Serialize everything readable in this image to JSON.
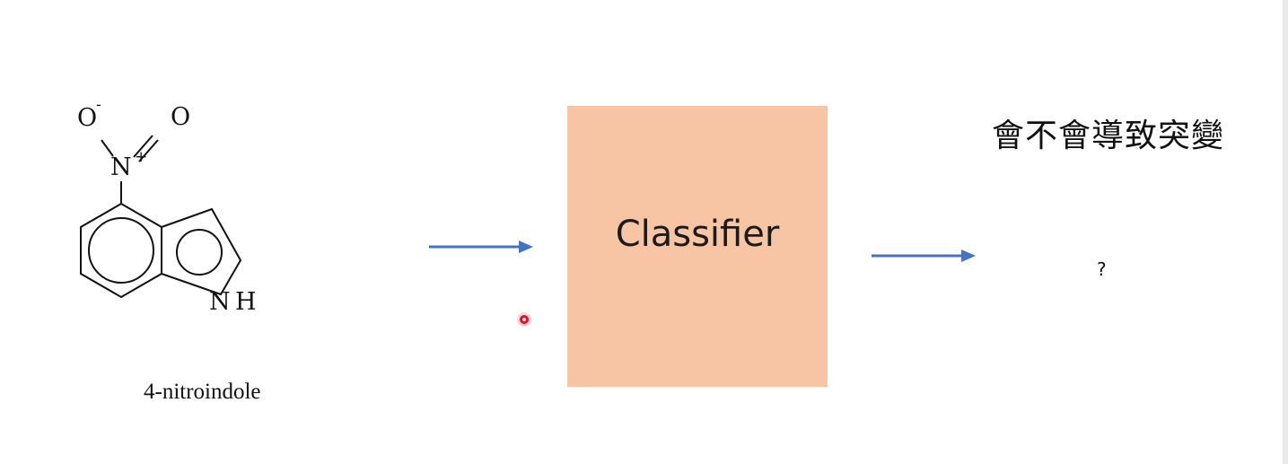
{
  "molecule": {
    "name": "4-nitroindole",
    "atoms": {
      "o_minus": "O",
      "o_minus_charge": "-",
      "o_double": "O",
      "n_plus": "N",
      "n_plus_charge": "+",
      "nh_n": "N",
      "nh_h": "H"
    }
  },
  "classifier": {
    "label": "Classifier",
    "box_color": "#f7c4a4"
  },
  "output": {
    "question": "會不會導致突變",
    "result": "?"
  },
  "colors": {
    "arrow": "#4472c4",
    "pointer": "#e0102a"
  },
  "icons": {
    "pointer": "laser-pointer-dot-icon"
  }
}
